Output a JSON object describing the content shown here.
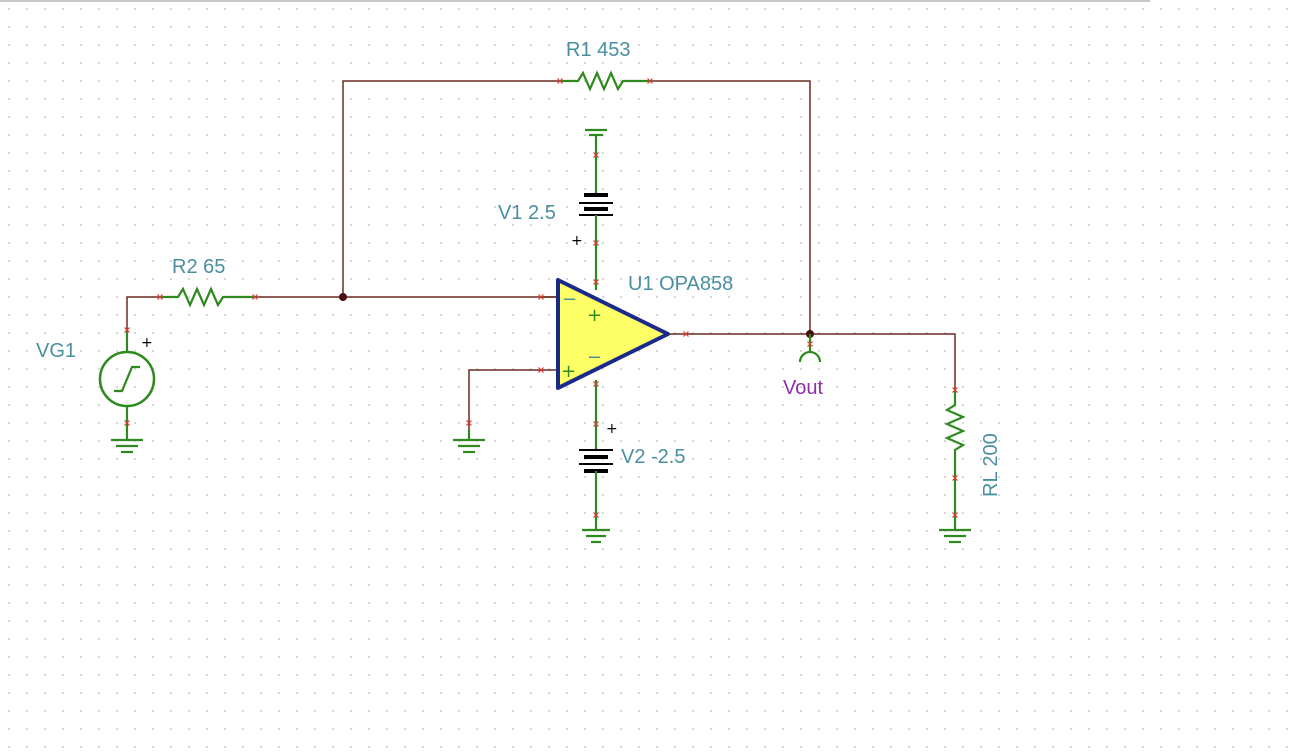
{
  "colors": {
    "wire": "#6b2a20",
    "component": "#2e8a1e",
    "label": "#4a8fa0",
    "opamp_fill": "#ffff66",
    "opamp_outline": "#1a2a8a",
    "output_label": "#8b2fa3",
    "pin_marker": "#e0392b"
  },
  "components": {
    "r1": {
      "label": "R1 453"
    },
    "r2": {
      "label": "R2 65"
    },
    "v1": {
      "label": "V1 2.5",
      "plus": "+"
    },
    "v2": {
      "label": "V2 -2.5",
      "plus": "+"
    },
    "vg1": {
      "label": "VG1",
      "plus": "+"
    },
    "u1": {
      "label": "U1 OPA858",
      "minus": "−",
      "plus": "+"
    },
    "rl": {
      "label": "RL 200"
    },
    "vout": {
      "label": "Vout"
    }
  }
}
